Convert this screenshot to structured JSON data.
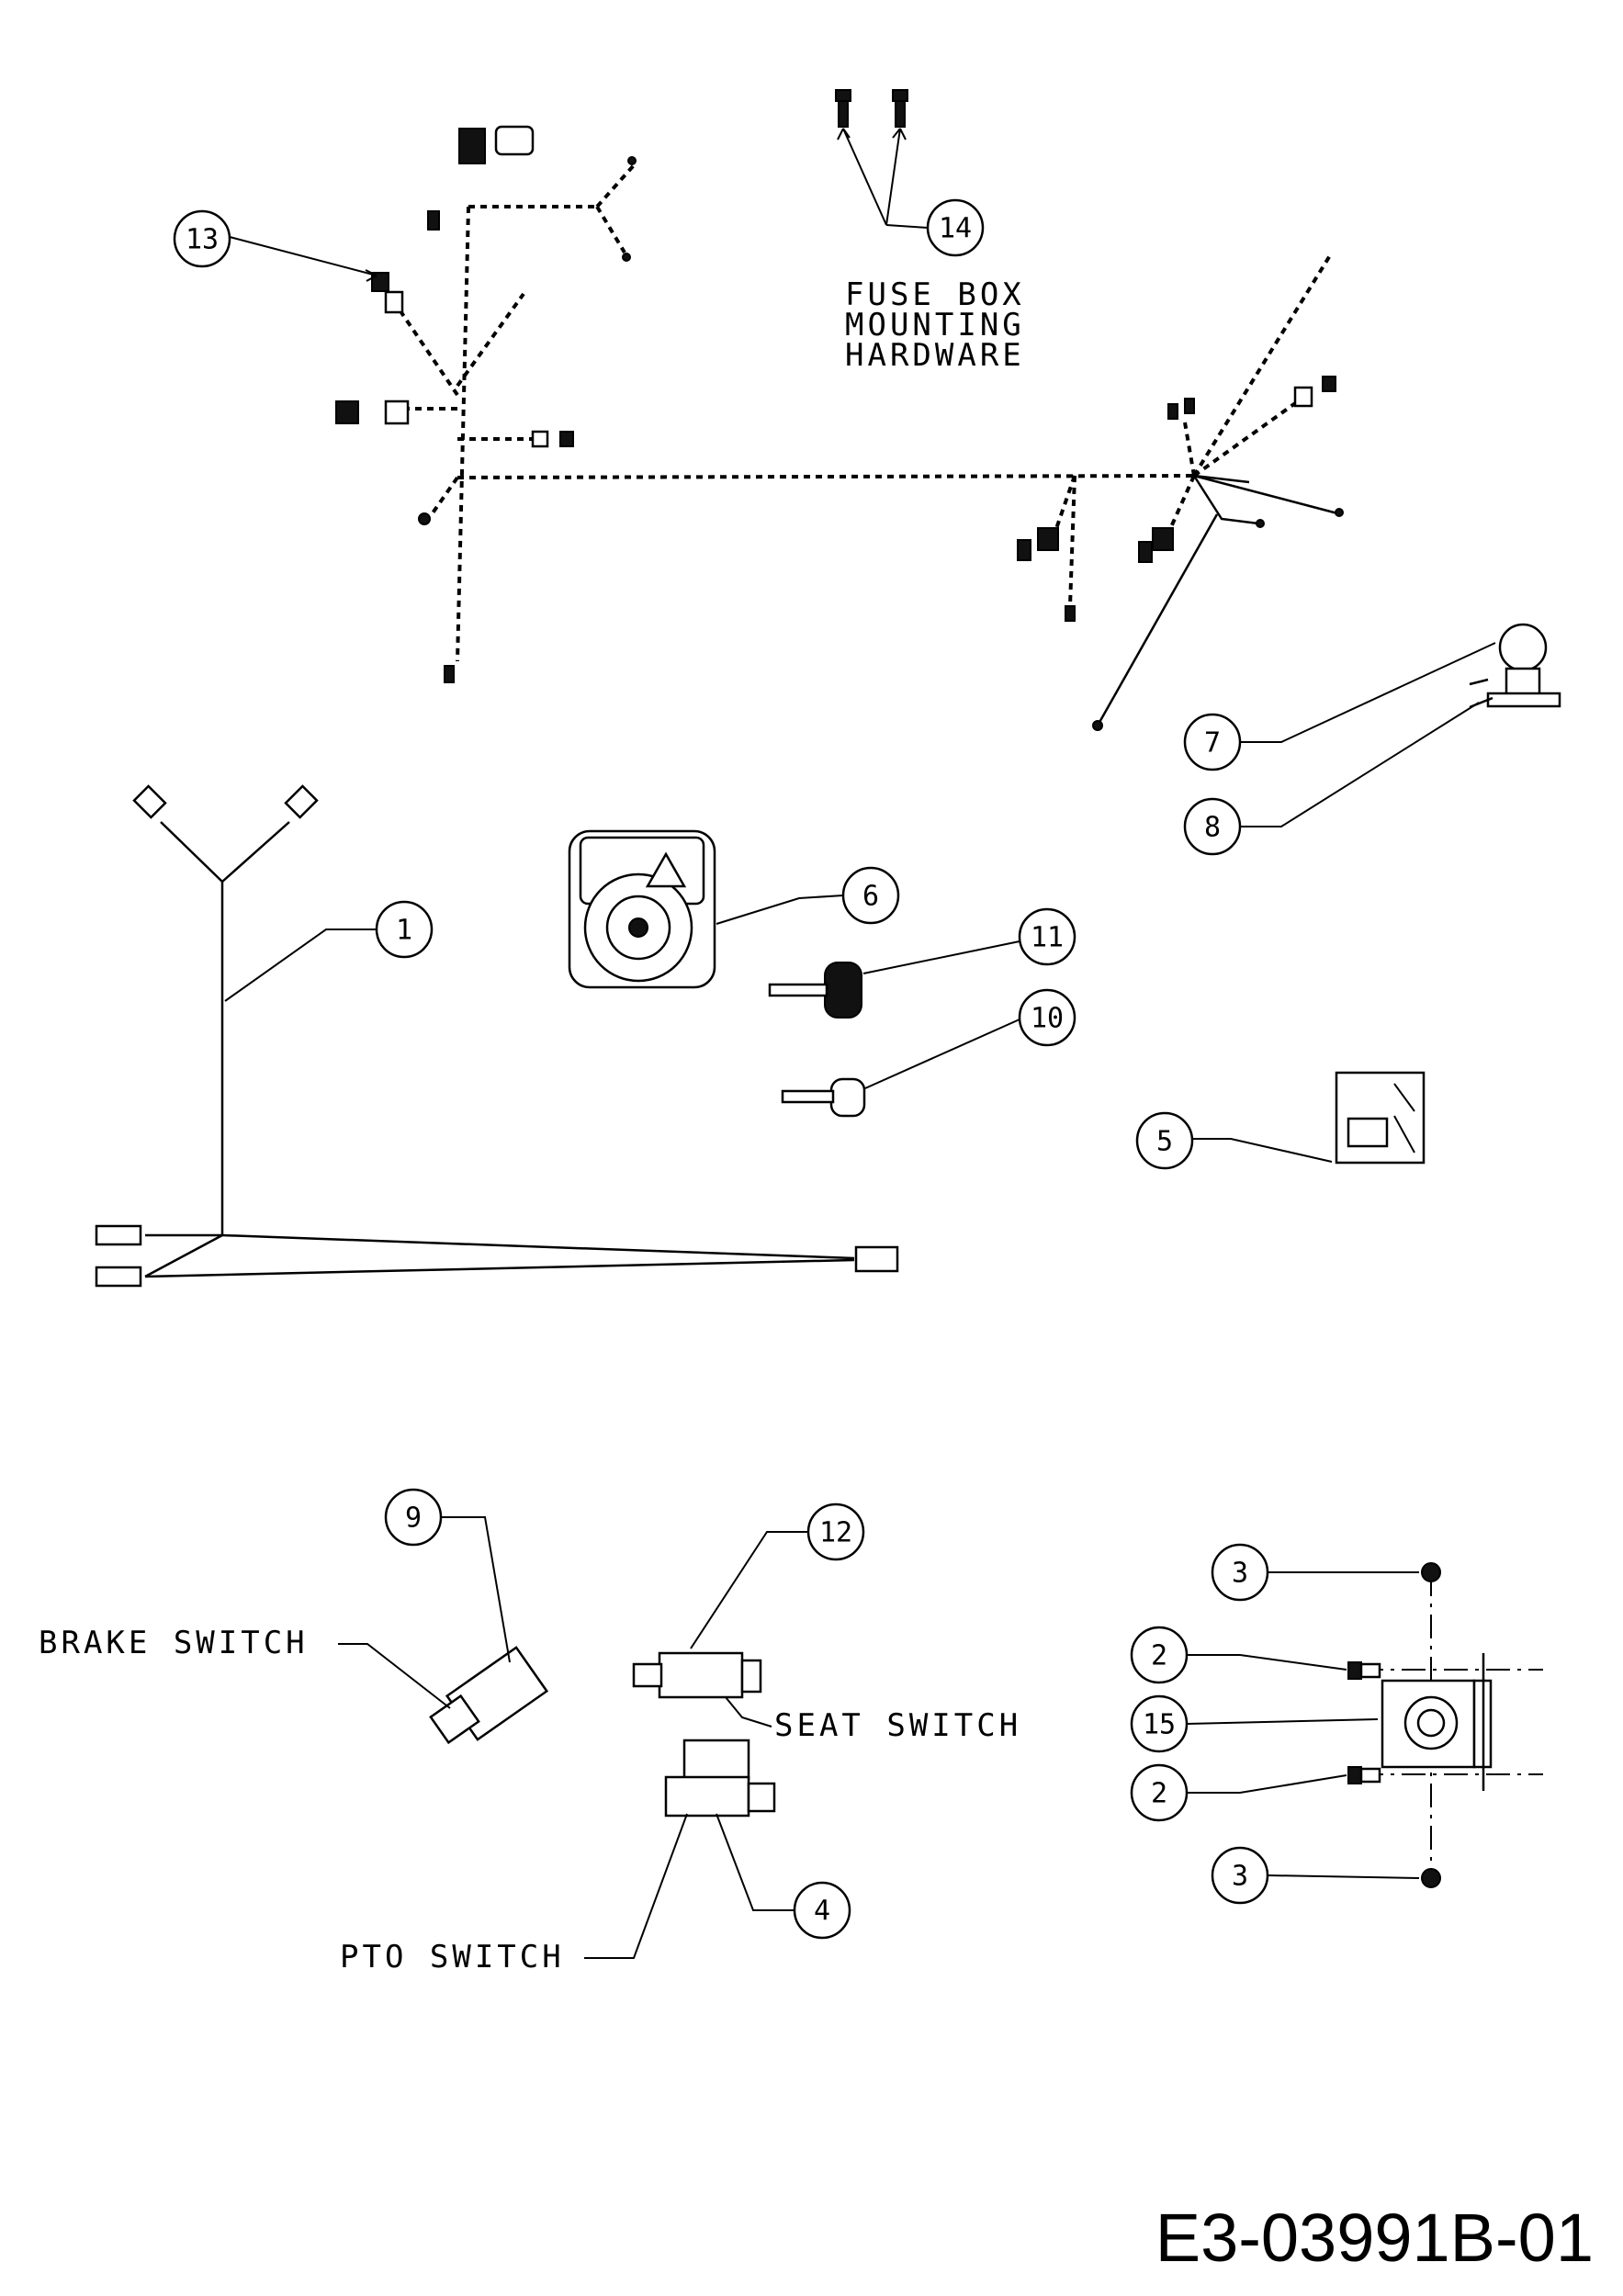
{
  "document": {
    "drawing_number": "E3-03991B-01"
  },
  "labels": {
    "fuse_box_line1": "FUSE BOX",
    "fuse_box_line2": "MOUNTING",
    "fuse_box_line3": "HARDWARE",
    "brake_switch": "BRAKE SWITCH",
    "seat_switch": "SEAT SWITCH",
    "pto_switch": "PTO SWITCH"
  },
  "callouts": {
    "c1": "1",
    "c2a": "2",
    "c2b": "2",
    "c3a": "3",
    "c3b": "3",
    "c4": "4",
    "c5": "5",
    "c6": "6",
    "c7": "7",
    "c8": "8",
    "c9": "9",
    "c10": "10",
    "c11": "11",
    "c12": "12",
    "c13": "13",
    "c14": "14",
    "c15": "15"
  },
  "colors": {
    "ink": "#000000",
    "paper": "#ffffff"
  }
}
